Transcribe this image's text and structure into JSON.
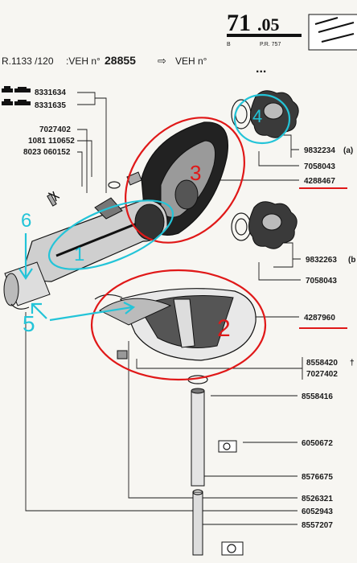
{
  "header": {
    "page_main": "71",
    "page_sub": ".05",
    "letter_b": "B",
    "pr_code": "P.R. 757",
    "model_ref": "R.1133 /120",
    "veh_label": ":VEH n°",
    "veh_number": "28855",
    "veh_label2": "VEH n°",
    "ellipsis": "..."
  },
  "parts": {
    "p8331634": "8331634",
    "p8331635": "8331635",
    "p7027402a": "7027402",
    "p1081": "1081 110652",
    "p8023": "8023 060152",
    "p9832234": "9832234",
    "p9832234_suffix": "(a)",
    "p7058043a": "7058043",
    "p4288467": "4288467",
    "p9832263": "9832263",
    "p9832263_suffix": "(b",
    "p7058043b": "7058043",
    "p4287960": "4287960",
    "p8558420": "8558420",
    "p8558420_suffix": "†",
    "p7027402b": "7027402",
    "p8558416": "8558416",
    "p6050672": "6050672",
    "p8576675": "8576675",
    "p8526321": "8526321",
    "p6052943": "6052943",
    "p8557207": "8557207"
  },
  "annotations": {
    "n1": "1",
    "n2": "2",
    "n3": "3",
    "n4": "4",
    "n5": "5",
    "n6": "6"
  },
  "colors": {
    "red": "#e01818",
    "cyan": "#23c4d8",
    "ink": "#1a1a1a",
    "paper": "#f7f6f2"
  }
}
